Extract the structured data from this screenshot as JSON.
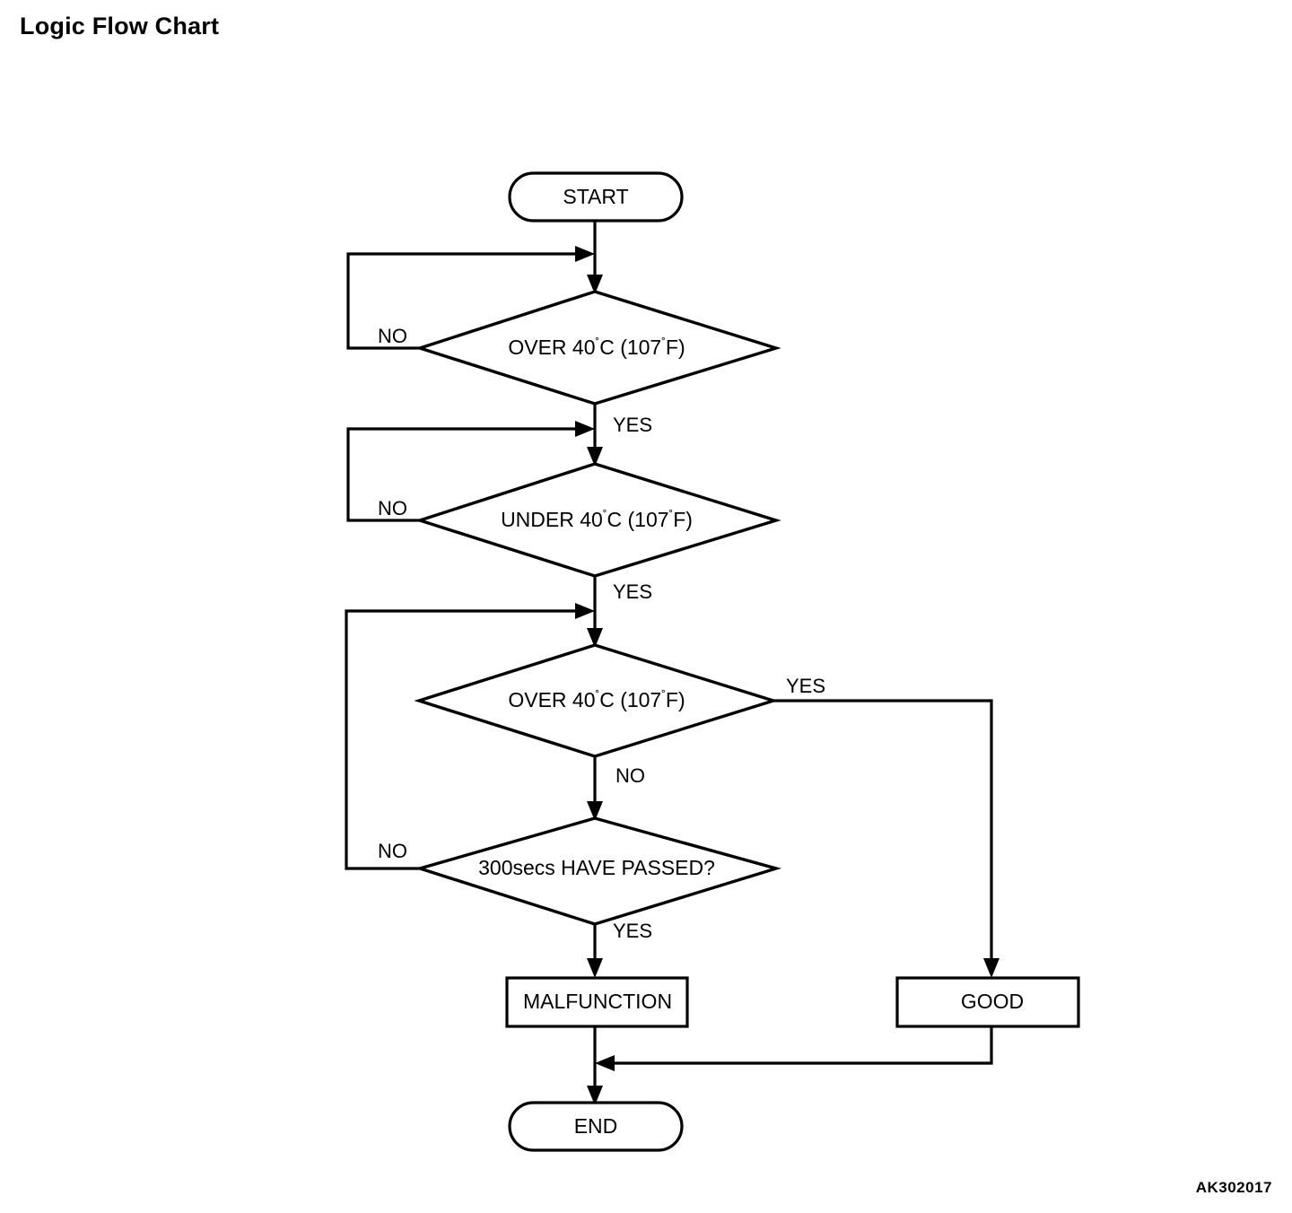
{
  "page": {
    "title": "Logic Flow Chart",
    "figure_code": "AK302017"
  },
  "chart_data": {
    "type": "diagram",
    "diagram_type": "flowchart",
    "title": "Logic Flow Chart",
    "orientation": "top-to-bottom",
    "nodes": [
      {
        "id": "start",
        "shape": "stadium",
        "label": "START"
      },
      {
        "id": "d1",
        "shape": "diamond",
        "label": "OVER 40˚C (107˚F)"
      },
      {
        "id": "d2",
        "shape": "diamond",
        "label": "UNDER 40˚C (107˚F)"
      },
      {
        "id": "d3",
        "shape": "diamond",
        "label": "OVER 40˚C (107˚F)"
      },
      {
        "id": "d4",
        "shape": "diamond",
        "label": "300secs HAVE PASSED?"
      },
      {
        "id": "malf",
        "shape": "rectangle",
        "label": "MALFUNCTION"
      },
      {
        "id": "good",
        "shape": "rectangle",
        "label": "GOOD"
      },
      {
        "id": "end",
        "shape": "stadium",
        "label": "END"
      }
    ],
    "edges": [
      {
        "from": "start",
        "to": "d1",
        "label": ""
      },
      {
        "from": "d1",
        "to": "d1",
        "label": "NO",
        "routing": "left-loop"
      },
      {
        "from": "d1",
        "to": "d2",
        "label": "YES",
        "routing": "down"
      },
      {
        "from": "d2",
        "to": "d2",
        "label": "NO",
        "routing": "left-loop"
      },
      {
        "from": "d2",
        "to": "d3",
        "label": "YES",
        "routing": "down"
      },
      {
        "from": "d3",
        "to": "good",
        "label": "YES",
        "routing": "right-down"
      },
      {
        "from": "d3",
        "to": "d4",
        "label": "NO",
        "routing": "down"
      },
      {
        "from": "d4",
        "to": "d3",
        "label": "NO",
        "routing": "left-loop-up"
      },
      {
        "from": "d4",
        "to": "malf",
        "label": "YES",
        "routing": "down"
      },
      {
        "from": "malf",
        "to": "end",
        "label": "",
        "routing": "down"
      },
      {
        "from": "good",
        "to": "end",
        "label": "",
        "routing": "down-left-merge"
      }
    ],
    "labels": {
      "start": "START",
      "end": "END",
      "yes": "YES",
      "no": "NO",
      "decision_1": "OVER 40˚C (107˚F)",
      "decision_2": "UNDER 40˚C (107˚F)",
      "decision_3": "OVER 40˚C (107˚F)",
      "decision_4": "300secs HAVE PASSED?",
      "outcome_fail": "MALFUNCTION",
      "outcome_pass": "GOOD"
    },
    "edge_labels": {
      "d1_no": "NO",
      "d1_yes": "YES",
      "d2_no": "NO",
      "d2_yes": "YES",
      "d3_yes": "YES",
      "d3_no": "NO",
      "d4_no": "NO",
      "d4_yes": "YES"
    },
    "colors": {
      "stroke": "#000000",
      "fill": "#ffffff",
      "text": "#000000"
    }
  }
}
